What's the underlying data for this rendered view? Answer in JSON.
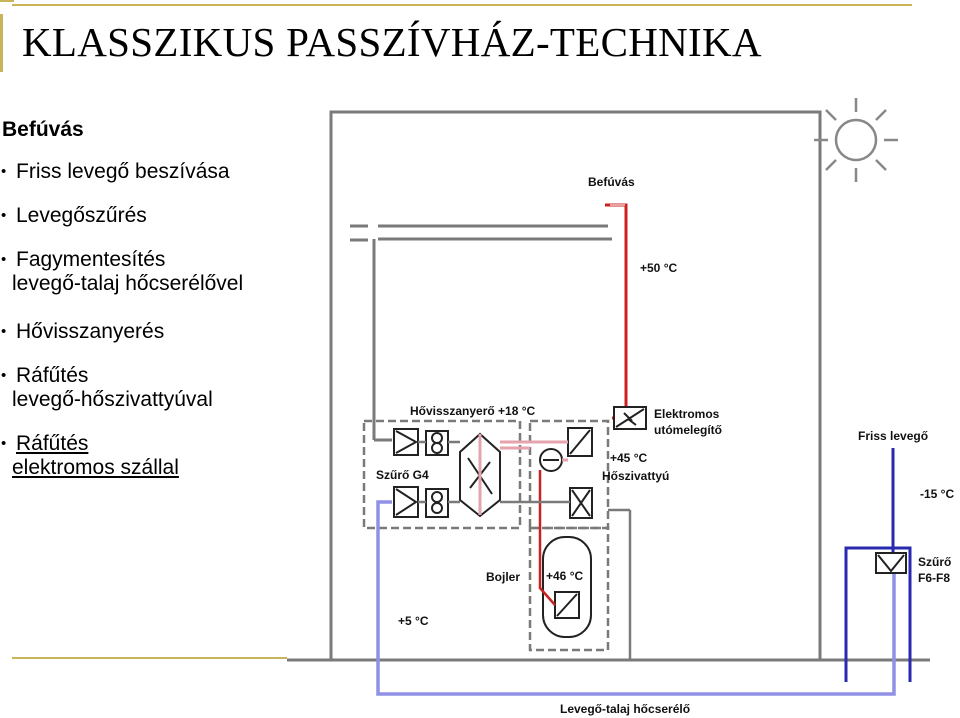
{
  "slide": {
    "title": "KLASSZIKUS PASSZÍVHÁZ-TECHNIKA",
    "heading": "Befúvás",
    "bullets": {
      "b1": "Friss levegő beszívása",
      "b2": "Levegőszűrés",
      "b3_line1": "Fagymentesítés",
      "b3_line2": "levegő-talaj hőcserélővel",
      "b4": "Hővisszanyerés",
      "b5_line1": "Ráfűtés",
      "b5_line2": "levegő-hőszivattyúval",
      "b6_line1": "Ráfűtés",
      "b6_line2": "elektromos szállal"
    }
  },
  "diagram": {
    "labels": {
      "befuvas": "Befúvás",
      "temp_50": "+50 °C",
      "hovisszanyero": "Hővisszanyerő +18 °C",
      "elektromos_1": "Elektromos",
      "elektromos_2": "utómelegítő",
      "friss_levego": "Friss levegő",
      "temp_m15": "-15 °C",
      "szuro_g4": "Szűrő G4",
      "temp_45": "+45 °C",
      "hoszivattyu": "Hőszivattyú",
      "szuro_f6_1": "Szűrő",
      "szuro_f6_2": "F6-F8",
      "bojler": "Bojler",
      "temp_46": "+46 °C",
      "temp_5": "+5 °C",
      "talaj_hocserelo": "Levegő-talaj hőcserélő"
    },
    "colors": {
      "accent_gold": "#c9b45a",
      "hot_red": "#cc2020",
      "cold_blue": "#2a2ab0",
      "mild_blue": "#8f90e6",
      "warm_pink": "#e6a3ad",
      "wall_gray": "#7a7a7a"
    },
    "icons": [
      "sun-icon",
      "filter-icon",
      "fan-icon",
      "heat-exchanger-icon",
      "heater-icon",
      "heat-pump-icon",
      "boiler-icon"
    ]
  }
}
